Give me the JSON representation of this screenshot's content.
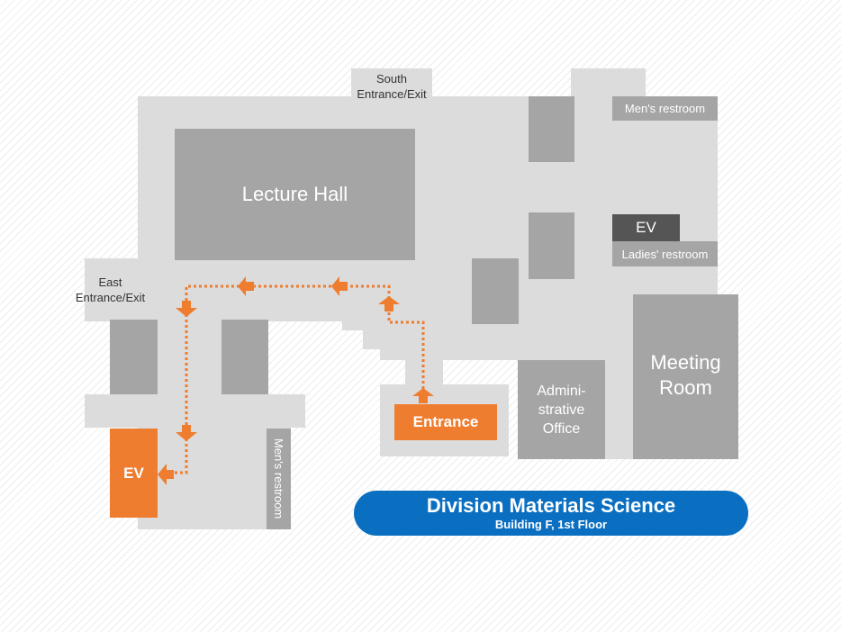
{
  "rooms": {
    "lecture_hall": "Lecture Hall",
    "meeting_room_line1": "Meeting",
    "meeting_room_line2": "Room",
    "admin_line1": "Admini-",
    "admin_line2": "strative",
    "admin_line3": "Office",
    "mens_restroom_north": "Men's restroom",
    "ev_north": "EV",
    "ladies_restroom": "Ladies' restroom",
    "mens_restroom_west": "Men's restroom",
    "ev_route_target": "EV",
    "entrance": "Entrance"
  },
  "exits": {
    "south_line1": "South",
    "south_line2": "Entrance/Exit",
    "east_line1": "East",
    "east_line2": "Entrance/Exit"
  },
  "banner": {
    "title": "Division Materials Science",
    "subtitle": "Building F, 1st Floor"
  },
  "colors": {
    "route": "#ee7d30",
    "banner": "#0b6fc1",
    "room": "#a5a5a5",
    "floor": "#dcdcdc"
  }
}
